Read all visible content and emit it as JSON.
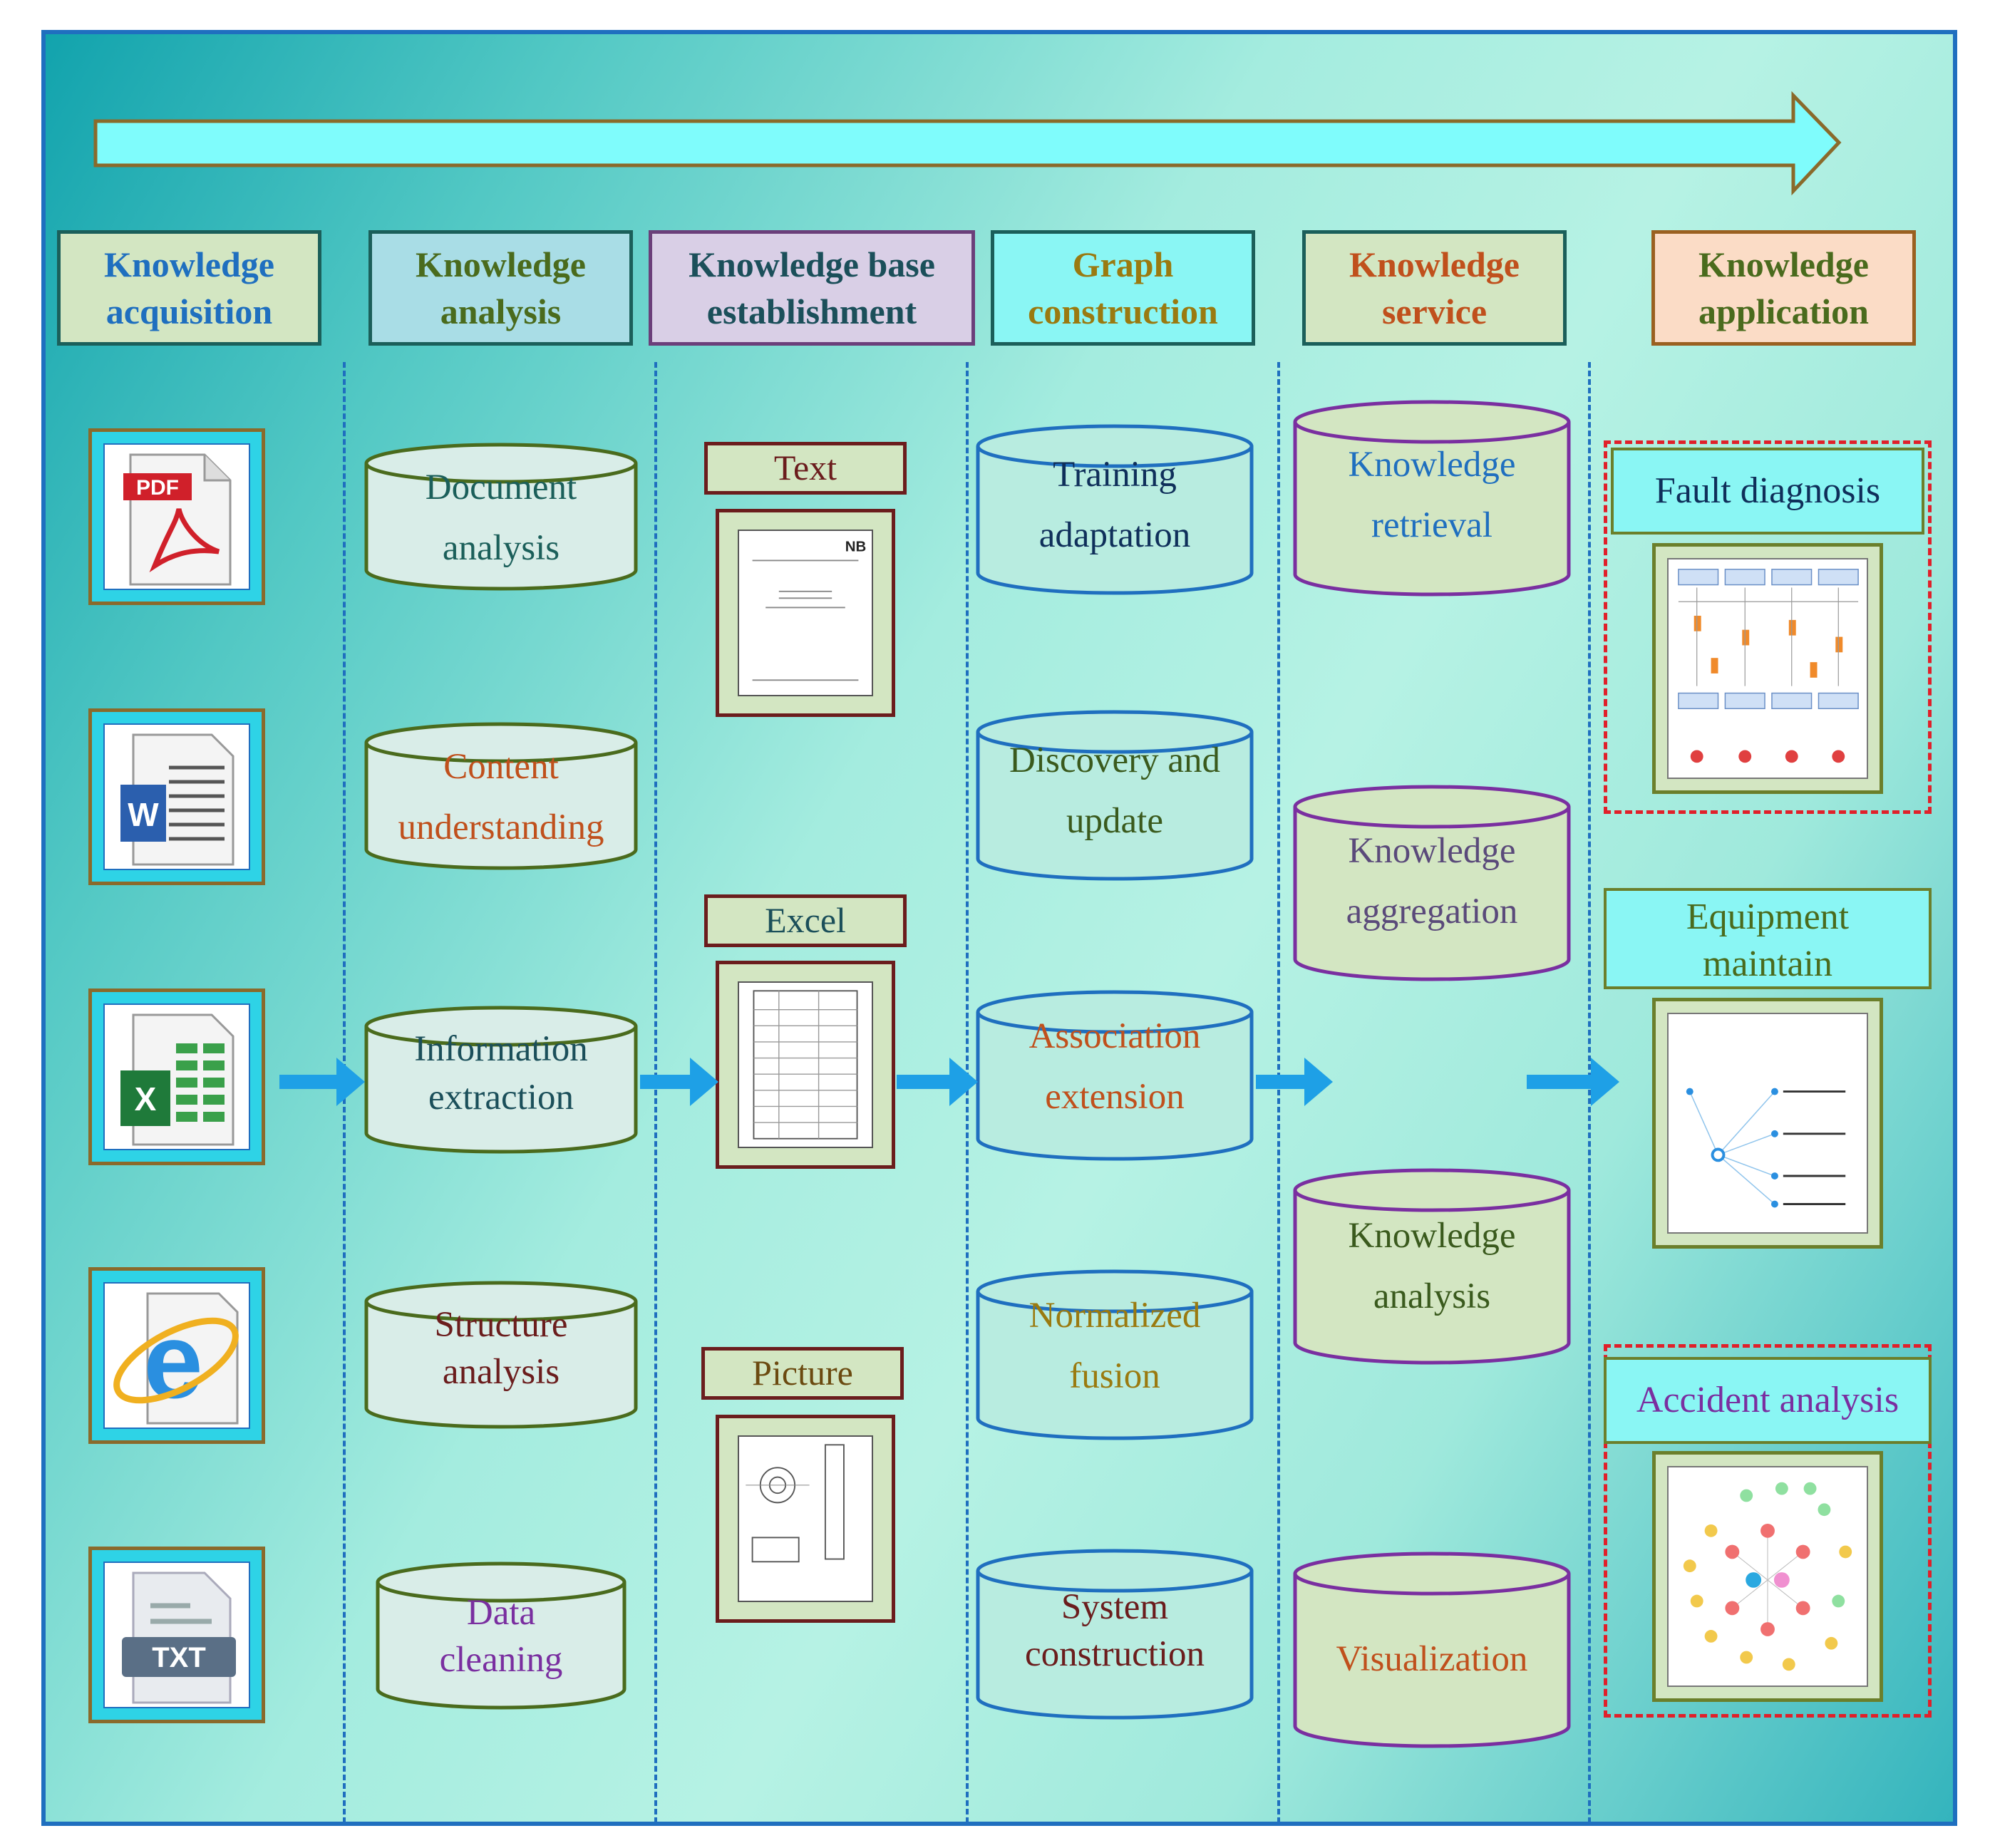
{
  "stages": [
    {
      "label": "Knowledge\nacquisition",
      "text_color": "#1f6fbf",
      "bg": "#d3e6c2",
      "border": "#1b5f5a"
    },
    {
      "label": "Knowledge\nanalysis",
      "text_color": "#4a6b1d",
      "bg": "#a9dde6",
      "border": "#1b5f5a"
    },
    {
      "label": "Knowledge base\nestablishment",
      "text_color": "#1b4f5a",
      "bg": "#d9cfe6",
      "border": "#6b3f7a"
    },
    {
      "label": "Graph\nconstruction",
      "text_color": "#9a7a10",
      "bg": "#8af6f4",
      "border": "#1b5f5a"
    },
    {
      "label": "Knowledge\nservice",
      "text_color": "#c0501c",
      "bg": "#d3e6c2",
      "border": "#1b5f5a"
    },
    {
      "label": "Knowledge\napplication",
      "text_color": "#4a6b1d",
      "bg": "#fbdcc6",
      "border": "#9a6020"
    }
  ],
  "sources": [
    {
      "name": "pdf-file-icon",
      "badge": "PDF"
    },
    {
      "name": "word-file-icon",
      "badge": "W"
    },
    {
      "name": "excel-file-icon",
      "badge": "X"
    },
    {
      "name": "ie-file-icon",
      "badge": "e"
    },
    {
      "name": "txt-file-icon",
      "badge": "TXT"
    }
  ],
  "analysis": [
    {
      "label": "Document\nanalysis",
      "color": "#1b5f5a"
    },
    {
      "label": "Content\nunderstanding",
      "color": "#c0501c"
    },
    {
      "label": "Information\nextraction",
      "color": "#1b4f5a"
    },
    {
      "label": "Structure\nanalysis",
      "color": "#6b1d1d"
    },
    {
      "label": "Data\ncleaning",
      "color": "#7a2fa0"
    }
  ],
  "kb": [
    {
      "label": "Text",
      "color": "#6b1d1d"
    },
    {
      "label": "Excel",
      "color": "#1b4f5a"
    },
    {
      "label": "Picture",
      "color": "#6b4a10"
    }
  ],
  "graph": [
    {
      "label": "Training\nadaptation",
      "color": "#0f2f5a"
    },
    {
      "label": "Discovery and\nupdate",
      "color": "#3a5a1d"
    },
    {
      "label": "Association\nextension",
      "color": "#c0501c"
    },
    {
      "label": "Normalized\nfusion",
      "color": "#9a7a10"
    },
    {
      "label": "System\nconstruction",
      "color": "#6b1d1d"
    }
  ],
  "service": [
    {
      "label": "Knowledge\nretrieval",
      "color": "#1f6fbf"
    },
    {
      "label": "Knowledge\naggregation",
      "color": "#5a4a7a"
    },
    {
      "label": "Knowledge\nanalysis",
      "color": "#3a5a1d"
    },
    {
      "label": "Visualization",
      "color": "#c0501c"
    }
  ],
  "applications": [
    {
      "label": "Fault diagnosis",
      "color": "#0f2f5a"
    },
    {
      "label": "Equipment\nmaintain",
      "color": "#4a6b1d"
    },
    {
      "label": "Accident analysis",
      "color": "#7a2fa0"
    }
  ],
  "colors": {
    "frame_border": "#1f6fbf",
    "top_arrow_fill": "#7ffcfc",
    "top_arrow_stroke": "#8a6a2b",
    "flow_arrow": "#1ea0e6",
    "cylinder_green_stroke": "#4a6b1d",
    "cylinder_blue_stroke": "#1f6fbf",
    "cylinder_purple_stroke": "#7a2fa0",
    "dash_red": "#e0202a"
  }
}
